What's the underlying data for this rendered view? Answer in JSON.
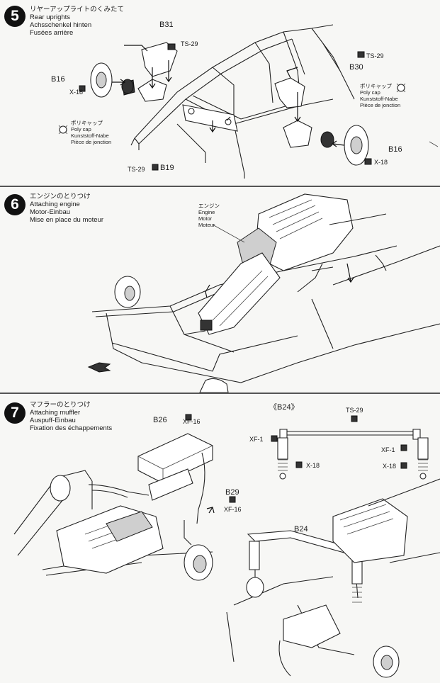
{
  "steps": [
    {
      "number": "5",
      "title_jp": "リヤーアップライトのくみたて",
      "title_en": "Rear uprights",
      "title_de": "Achsschenkel hinten",
      "title_fr": "Fusées arrière",
      "labels": {
        "b31": "B31",
        "ts29_top": "TS-29",
        "b16_left": "B16",
        "x18_left": "X-18",
        "polycap_jp": "ポリキャップ",
        "polycap_en": "Poly cap",
        "polycap_de": "Kunststoff-Nabe",
        "polycap_fr": "Pièce de jonction",
        "ts29_bottom": "TS-29",
        "b19": "B19",
        "ts29_right": "TS-29",
        "b30": "B30",
        "polycap2_jp": "ポリキャップ",
        "polycap2_en": "Poly cap",
        "polycap2_de": "Kunststoff-Nabe",
        "polycap2_fr": "Pièce de jonction",
        "b16_right": "B16",
        "x18_right": "X-18"
      }
    },
    {
      "number": "6",
      "title_jp": "エンジンのとりつけ",
      "title_en": "Attaching engine",
      "title_de": "Motor-Einbau",
      "title_fr": "Mise en place du moteur",
      "labels": {
        "engine_jp": "エンジン",
        "engine_en": "Engine",
        "engine_de": "Motor",
        "engine_fr": "Moteur"
      }
    },
    {
      "number": "7",
      "title_jp": "マフラーのとりつけ",
      "title_en": "Attaching muffler",
      "title_de": "Auspuff-Einbau",
      "title_fr": "Fixation des échappements",
      "labels": {
        "b26": "B26",
        "xf16_top": "XF-16",
        "b29": "B29",
        "xf16_mid": "XF-16",
        "b24_bracket": "《B24》",
        "ts29": "TS-29",
        "xf1_left": "XF-1",
        "x18_left": "X-18",
        "xf1_right": "XF-1",
        "x18_right": "X-18",
        "b24": "B24"
      }
    }
  ]
}
